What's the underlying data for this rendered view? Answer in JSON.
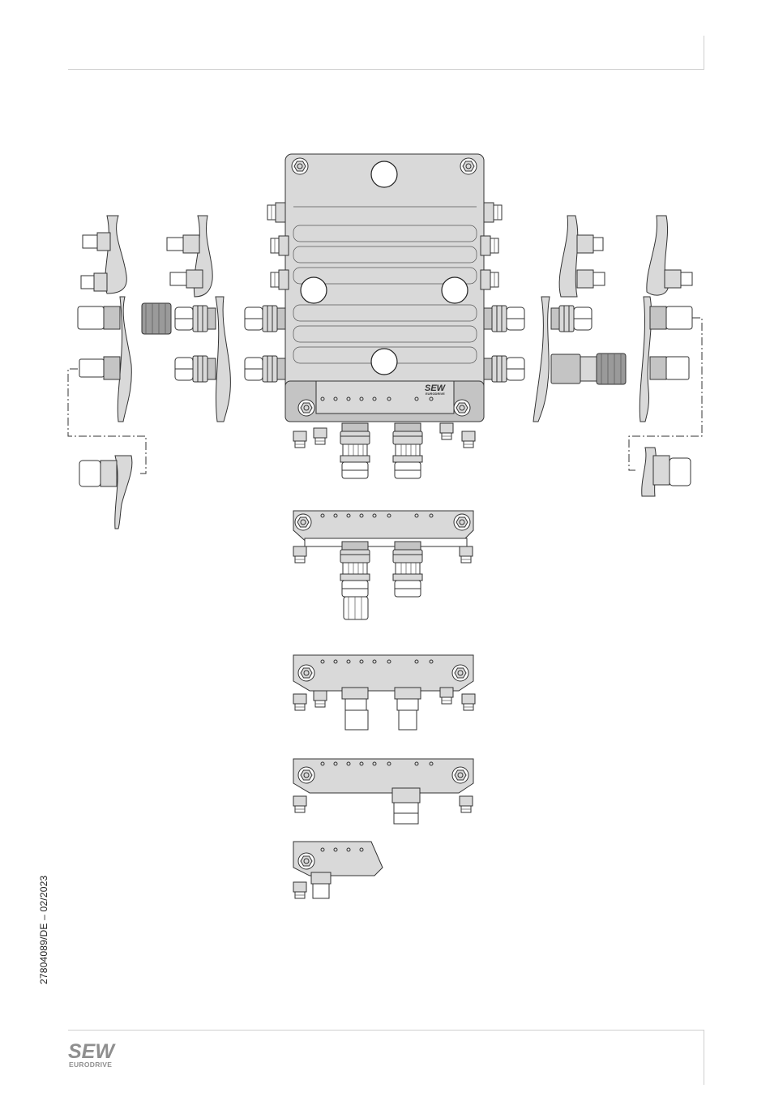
{
  "footer": {
    "document_id": "27804089/DE – 02/2023",
    "logo": {
      "brand": "SEW",
      "sub": "EURODRIVE"
    }
  },
  "illustration": {
    "housing_plate": {
      "brand": "SEW",
      "sub": "EURODRIVE"
    }
  }
}
